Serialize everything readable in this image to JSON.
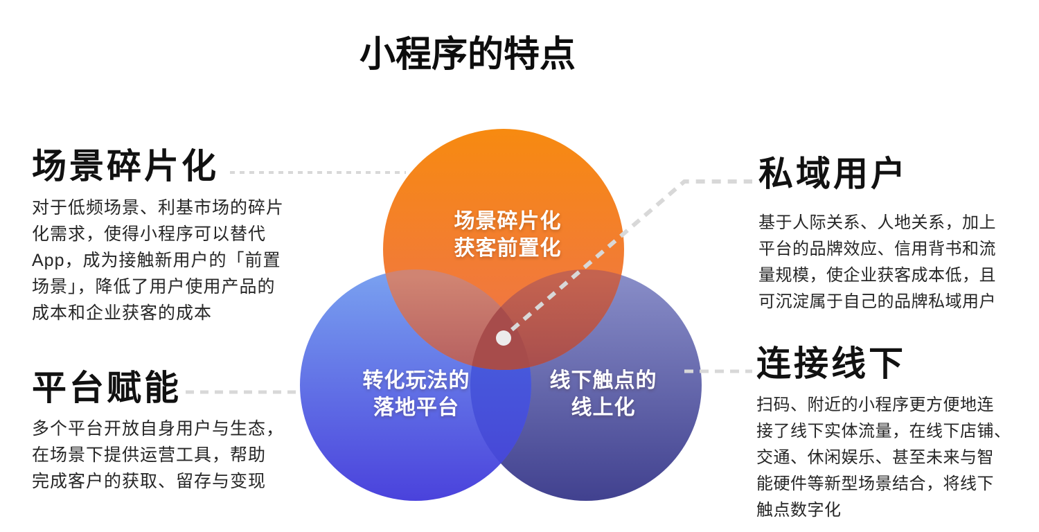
{
  "title": "小程序的特点",
  "palette": {
    "background": "#ffffff",
    "heading_text": "#111111",
    "body_text": "#262626",
    "connector_dash": "#d8d8d8",
    "center_dot": "#ececec",
    "circle_label_text": "#ffffff"
  },
  "callouts": [
    {
      "id": "scene-fragmentation",
      "heading": "场景碎片化",
      "body": "对于低频场景、利基市场的碎片\n化需求，使得小程序可以替代\nApp，成为接触新用户的「前置\n场景」，降低了用户使用产品的\n成本和企业获客的成本"
    },
    {
      "id": "private-domain-users",
      "heading": "私域用户",
      "body": "基于人际关系、人地关系，加上\n平台的品牌效应、信用背书和流\n量规模，使企业获客成本低，且\n可沉淀属于自己的品牌私域用户"
    },
    {
      "id": "platform-empowerment",
      "heading": "平台赋能",
      "body": "多个平台开放自身用户与生态，\n在场景下提供运营工具，帮助\n完成客户的获取、留存与变现"
    },
    {
      "id": "connect-offline",
      "heading": "连接线下",
      "body": "扫码、附近的小程序更方便地连\n接了线下实体流量，在线下店铺、\n交通、休闲娱乐、甚至未来与智\n能硬件等新型场景结合，将线下\n触点数字化"
    }
  ],
  "venn": {
    "circles": [
      {
        "id": "orange-top",
        "label_line1": "场景碎片化",
        "label_line2": "获客前置化",
        "color_top": "#F78A10",
        "color_bottom": "#EE7150"
      },
      {
        "id": "blue-bottom-left",
        "label_line1": "转化玩法的",
        "label_line2": "落地平台",
        "color_top": "#7AA2F0",
        "color_bottom": "#4A42DC"
      },
      {
        "id": "purple-bottom-right",
        "label_line1": "线下触点的",
        "label_line2": "线上化",
        "color_top": "#8A8FC9",
        "color_bottom": "#41418F"
      }
    ],
    "overlaps": {
      "orange_left_top": "#D08472",
      "orange_left_bottom": "#B66060",
      "orange_right_top": "#C4634F",
      "orange_right_bottom": "#A84E4E",
      "left_right_top": "#4764DE",
      "left_right_bottom": "#4742D6",
      "center_triple": "#A74C4B"
    }
  }
}
